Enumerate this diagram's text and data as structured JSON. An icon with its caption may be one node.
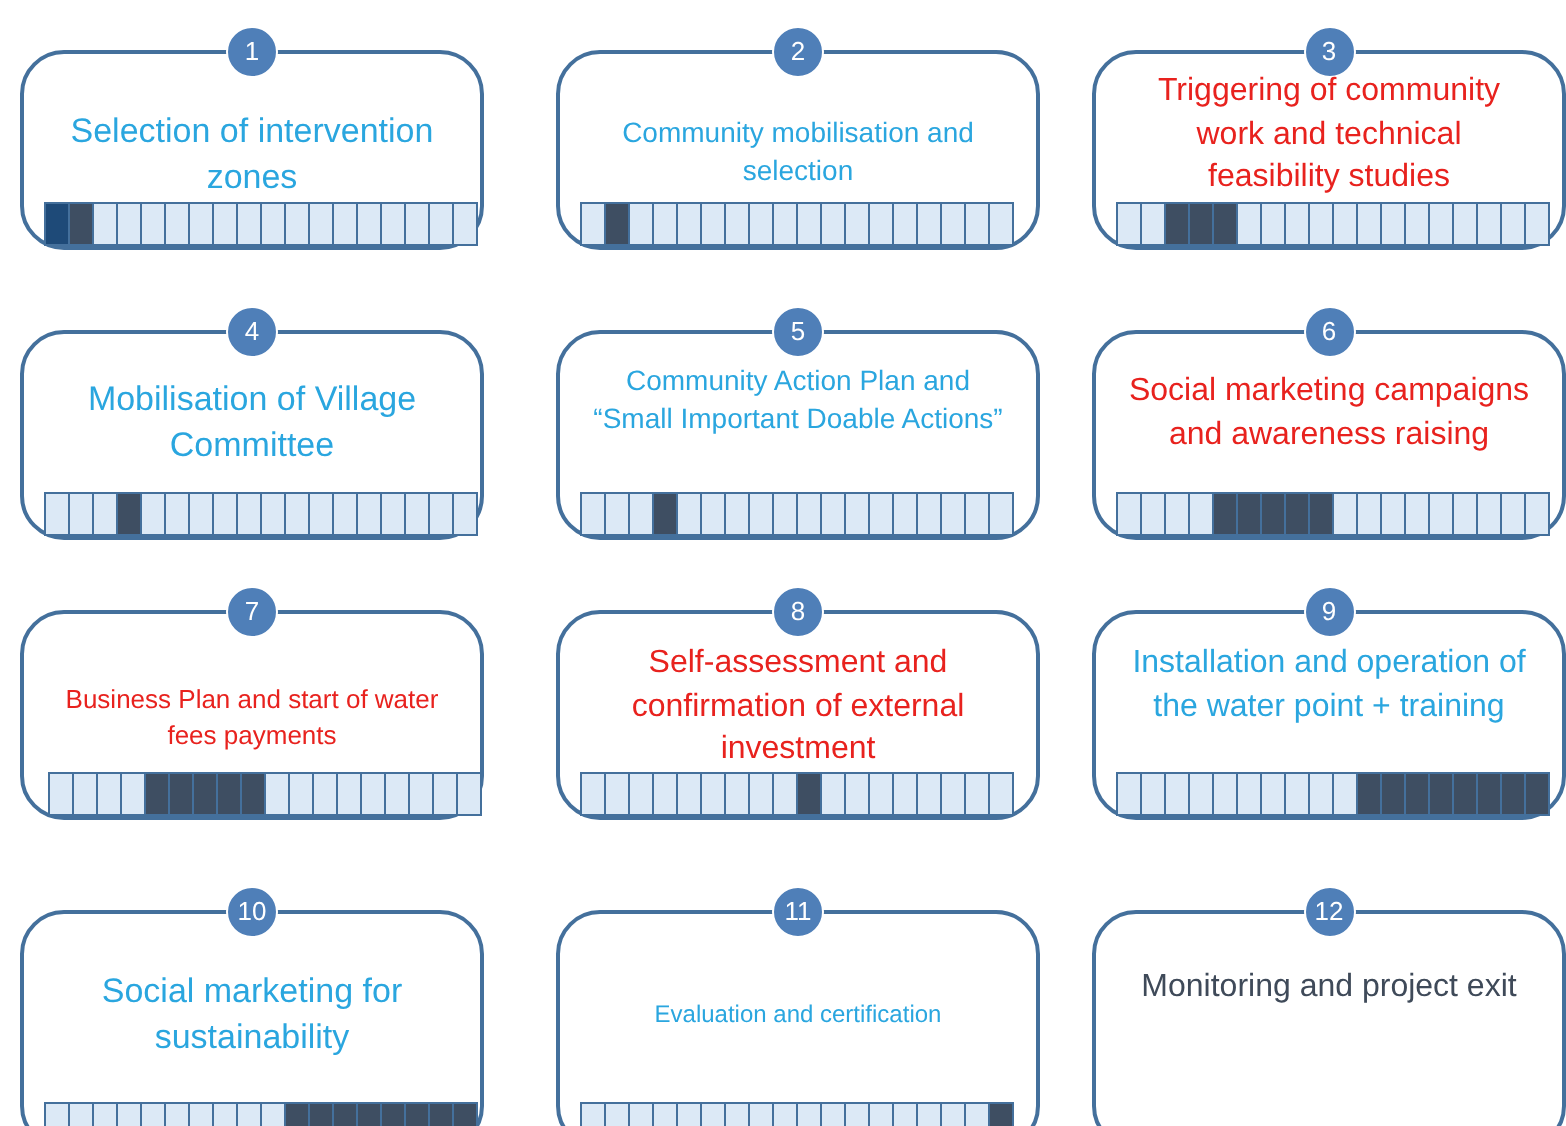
{
  "diagram": {
    "nodes": [
      {
        "text": [
          "1",
          "Selection of intervention zones"
        ]
      },
      {
        "text": [
          "2",
          "Community mobilisation and selection"
        ]
      },
      {
        "text": [
          "3",
          "Triggering of community work and technical feasibility studies"
        ]
      },
      {
        "text": [
          "4",
          "Mobilisation of Village Committee"
        ]
      },
      {
        "text": [
          "5",
          "Community Action Plan and “Small Important Doable Actions”"
        ]
      },
      {
        "text": [
          "6",
          "Social marketing campaigns and awareness raising"
        ]
      },
      {
        "text": [
          "7",
          "Business Plan and start of water fees payments"
        ]
      },
      {
        "text": [
          "8",
          "Self-assessment and confirmation of external investment"
        ]
      },
      {
        "text": [
          "9",
          "Installation and operation of the water point + training"
        ]
      },
      {
        "text": [
          "10",
          "Social marketing for sustainability"
        ]
      },
      {
        "text": [
          "11",
          "Evaluation and certification"
        ]
      },
      {
        "text": [
          "12",
          "Monitoring and project exit"
        ]
      }
    ]
  }
}
